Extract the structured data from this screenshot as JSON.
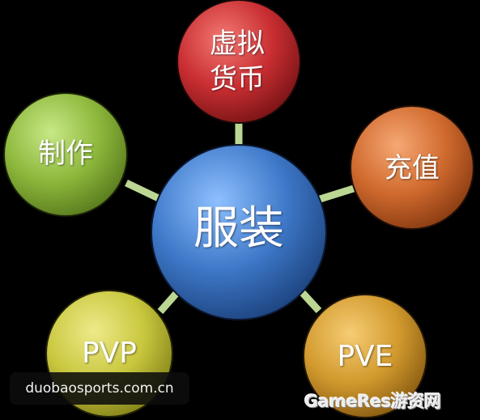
{
  "nodes": {
    "center": "服装",
    "top": [
      "虚拟",
      "货币"
    ],
    "left": "制作",
    "right": "充值",
    "bottom_left": "PVP",
    "bottom_right": "PVE"
  },
  "colors": {
    "center": "#3e78c8",
    "top": "#c92e32",
    "left": "#8db83c",
    "right": "#d06a2e",
    "bottom_left": "#c9c73e",
    "bottom_right": "#d29a2e",
    "connector": "#c7e39b"
  },
  "source_badge": "duobaosports.com.cn",
  "watermark": "GameRes游资网"
}
